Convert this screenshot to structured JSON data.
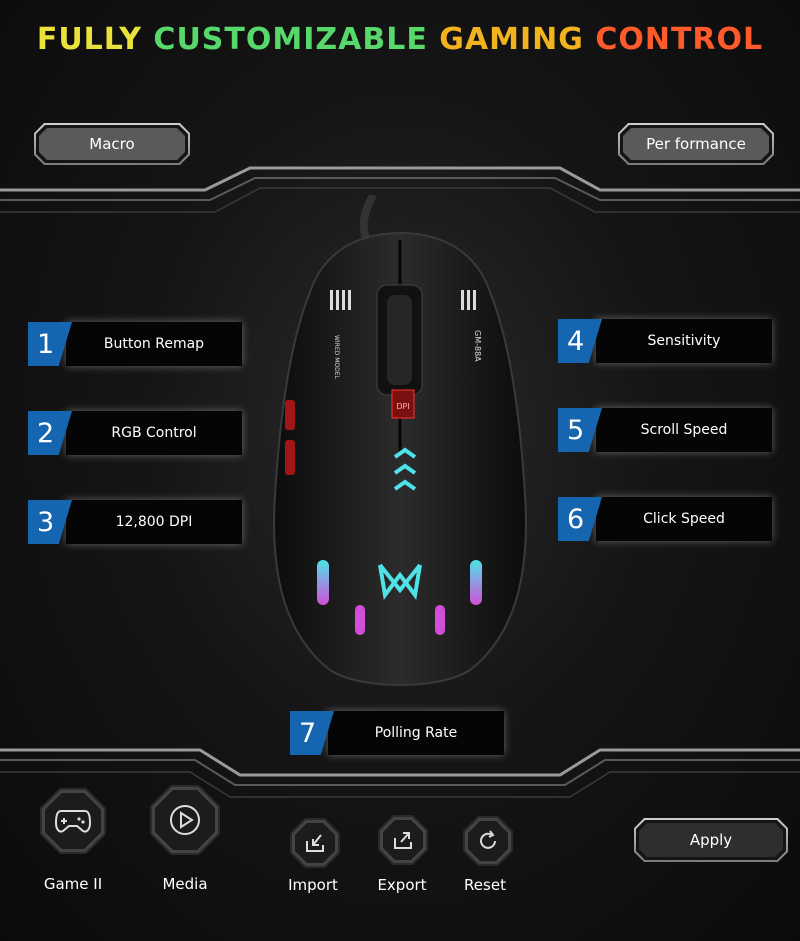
{
  "headline": {
    "w1": "FULLY",
    "w2": "CUSTOMIZABLE",
    "w3": "GAMING",
    "w4": "CONTROL"
  },
  "tabs": {
    "macro": "Macro",
    "performance": "Per formance"
  },
  "features": [
    {
      "num": "1",
      "label": "Button Remap"
    },
    {
      "num": "2",
      "label": "RGB Control"
    },
    {
      "num": "3",
      "label": "12,800 DPI"
    },
    {
      "num": "4",
      "label": "Sensitivity"
    },
    {
      "num": "5",
      "label": "Scroll Speed"
    },
    {
      "num": "6",
      "label": "Click Speed"
    },
    {
      "num": "7",
      "label": "Polling Rate"
    }
  ],
  "mouse": {
    "model": "GM-88A",
    "mode": "WIRED MODEL",
    "dpi_badge": "DPI"
  },
  "bottom": {
    "game": "Game II",
    "media": "Media",
    "import": "Import",
    "export": "Export",
    "reset": "Reset",
    "apply": "Apply"
  },
  "colors": {
    "accent": "#1565b0",
    "headline_yellow": "#e9e23a",
    "headline_green": "#58d86a",
    "headline_orange": "#f3b31e",
    "headline_red": "#ff5a2c",
    "cyan_glow": "#4fe3e8",
    "rgb_magenta": "#d14fd8"
  },
  "icons": {
    "game": "gamepad-icon",
    "media": "play-icon",
    "import": "import-icon",
    "export": "export-icon",
    "reset": "reset-icon"
  }
}
